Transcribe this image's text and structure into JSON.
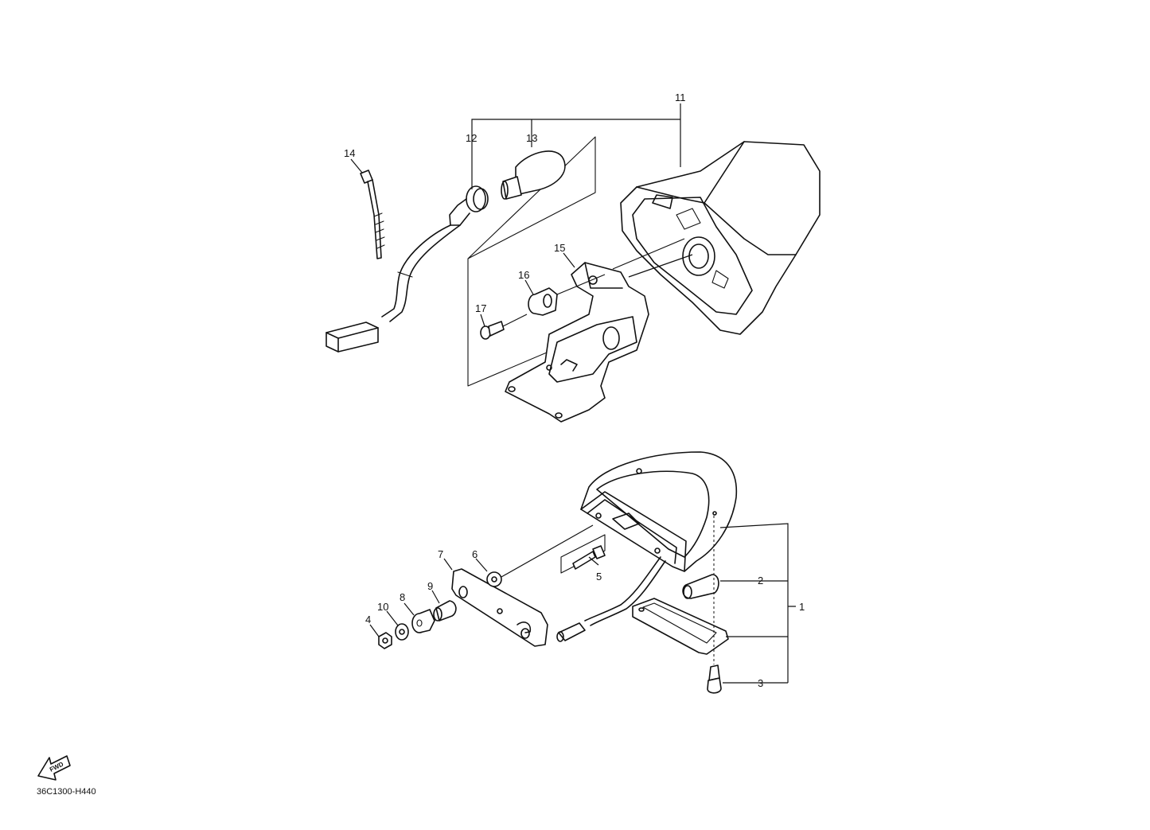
{
  "diagram": {
    "drawing_code": "36C1300-H440",
    "fwd_label": "FWD",
    "callouts": {
      "c1": "1",
      "c2": "2",
      "c3": "3",
      "c4": "4",
      "c5": "5",
      "c6": "6",
      "c7": "7",
      "c8": "8",
      "c9": "9",
      "c10": "10",
      "c11": "11",
      "c12": "12",
      "c13": "13",
      "c14": "14",
      "c15": "15",
      "c16": "16",
      "c17": "17"
    },
    "icons": {
      "fwd": "fwd-arrow-icon"
    }
  }
}
